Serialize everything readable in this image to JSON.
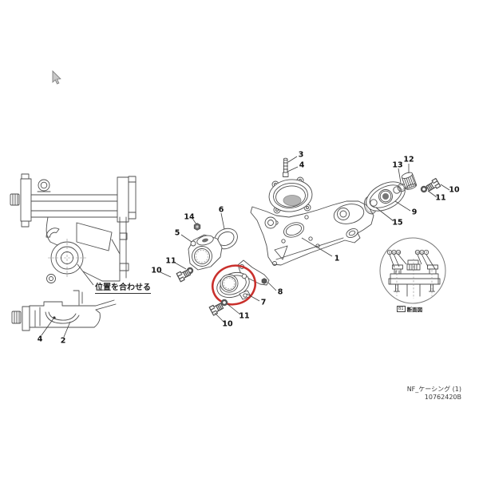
{
  "left_view": {
    "align_label": "位置を合わせる"
  },
  "callouts": [
    {
      "n": "1"
    },
    {
      "n": "2"
    },
    {
      "n": "3"
    },
    {
      "n": "4"
    },
    {
      "n": "4"
    },
    {
      "n": "5"
    },
    {
      "n": "6"
    },
    {
      "n": "7"
    },
    {
      "n": "8"
    },
    {
      "n": "9"
    },
    {
      "n": "10"
    },
    {
      "n": "10"
    },
    {
      "n": "10"
    },
    {
      "n": "11"
    },
    {
      "n": "11"
    },
    {
      "n": "11"
    },
    {
      "n": "12"
    },
    {
      "n": "13"
    },
    {
      "n": "14"
    },
    {
      "n": "15"
    }
  ],
  "inset": {
    "markers": [
      "5",
      "11",
      "10",
      "10",
      "11",
      "7"
    ],
    "caption_box": "B1",
    "caption": "断面図"
  },
  "highlight": {
    "color": "#c9302c"
  },
  "footer": {
    "line1": "NF_ケーシング (1)",
    "line2": "10762420B"
  },
  "cursor": {
    "type": "arrow"
  }
}
